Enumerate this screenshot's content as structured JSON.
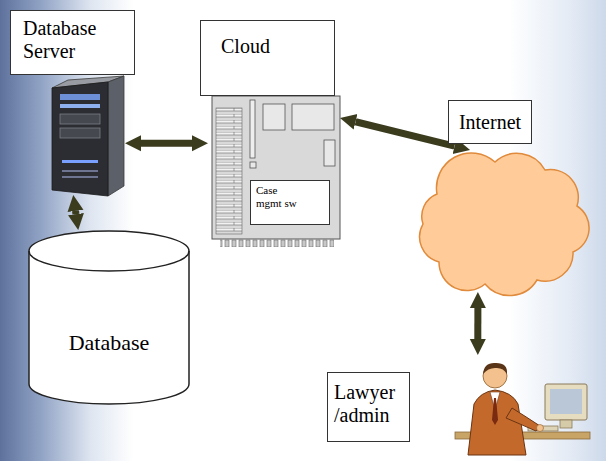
{
  "diagram": {
    "nodes": [
      {
        "text": [
          "Database Server"
        ]
      },
      {
        "text": [
          "Database"
        ]
      },
      {
        "text": [
          "Cloud"
        ]
      },
      {
        "text": [
          "Case mgmt sw"
        ],
        "in": 2
      },
      {
        "text": [
          "Internet"
        ]
      },
      {
        "text": [
          "Lawyer /admin"
        ]
      }
    ],
    "edges": [
      {
        "from": 0,
        "to": 1,
        "arrow": "both"
      },
      {
        "from": 0,
        "to": 2,
        "arrow": "both"
      },
      {
        "from": 2,
        "to": 4,
        "arrow": "both"
      },
      {
        "from": 4,
        "to": 5,
        "arrow": "both"
      }
    ]
  }
}
